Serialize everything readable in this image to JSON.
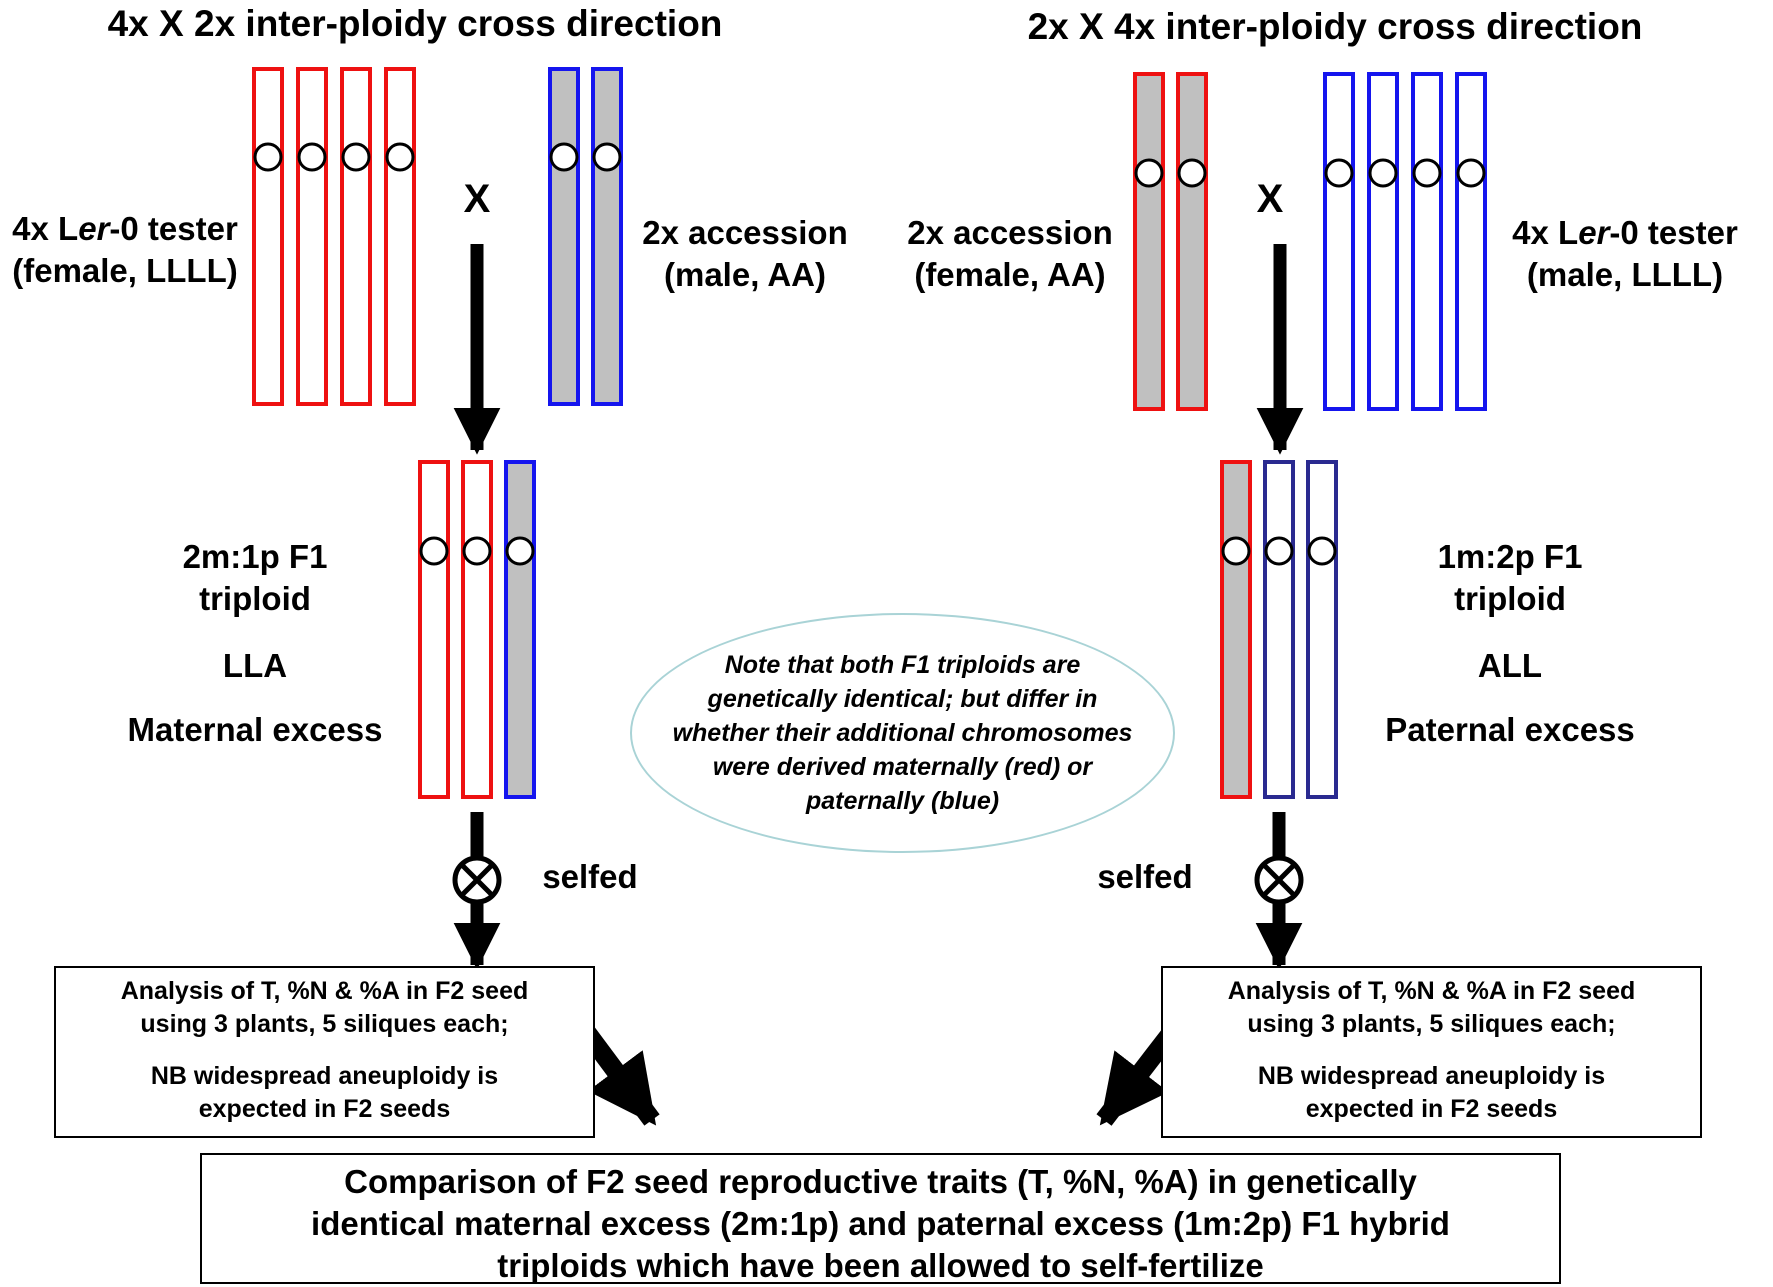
{
  "left": {
    "title": "4x X 2x inter-ploidy cross direction",
    "female_label_line1_pre": "4x L",
    "female_label_line1_ital": "er",
    "female_label_line1_post": "-0 tester",
    "female_label_line2": "(female, LLLL)",
    "male_label_line1": "2x accession",
    "male_label_line2": "(male, AA)",
    "cross_symbol": "X",
    "f1_line1": "2m:1p F1",
    "f1_line2": "triploid",
    "f1_genotype": "LLA",
    "f1_excess": "Maternal excess",
    "selfed_label": "selfed",
    "analysis_line1": "Analysis of T, %N & %A in F2 seed",
    "analysis_line2": "using 3 plants, 5 siliques each;",
    "analysis_line3": "NB widespread aneuploidy is",
    "analysis_line4": "expected in F2 seeds"
  },
  "right": {
    "title": "2x X 4x inter-ploidy cross direction",
    "female_label_line1": "2x accession",
    "female_label_line2": "(female, AA)",
    "male_label_line1_pre": "4x L",
    "male_label_line1_ital": "er",
    "male_label_line1_post": "-0 tester",
    "male_label_line2": "(male, LLLL)",
    "cross_symbol": "X",
    "f1_line1": "1m:2p F1",
    "f1_line2": "triploid",
    "f1_genotype": "ALL",
    "f1_excess": "Paternal excess",
    "selfed_label": "selfed",
    "analysis_line1": "Analysis of T, %N & %A in F2 seed",
    "analysis_line2": "using 3 plants, 5 siliques each;",
    "analysis_line3": "NB widespread aneuploidy is",
    "analysis_line4": "expected in F2 seeds"
  },
  "note": {
    "line1": "Note that both F1 triploids are",
    "line2": "genetically identical; but differ in",
    "line3": "whether their additional chromosomes",
    "line4": "were derived maternally (red) or",
    "line5": "paternally (blue)"
  },
  "conclusion": {
    "line1": "Comparison of F2 seed reproductive traits (T, %N, %A) in genetically",
    "line2": "identical maternal excess (2m:1p) and paternal excess (1m:2p) F1 hybrid",
    "line3": "triploids which have been allowed to self-fertilize"
  },
  "colors": {
    "maternal_red": "#ee1111",
    "paternal_blue": "#1515ee",
    "paternal_blue_dark": "#2a2a90",
    "accession_fill": "#c0c0c0",
    "note_border": "#a9d3d6"
  }
}
